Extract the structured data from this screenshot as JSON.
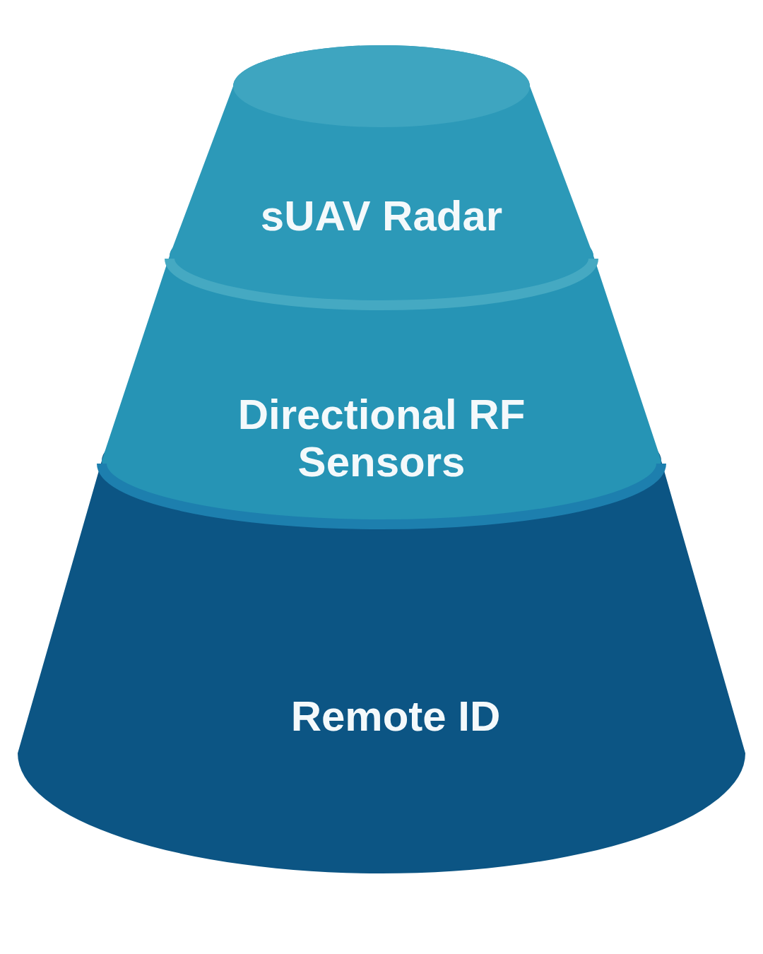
{
  "diagram": {
    "nodes": [
      {
        "text": [
          "sUAV Radar"
        ]
      },
      {
        "text": [
          "Directional RF Sensors"
        ]
      },
      {
        "text": [
          "Remote ID"
        ]
      }
    ]
  }
}
